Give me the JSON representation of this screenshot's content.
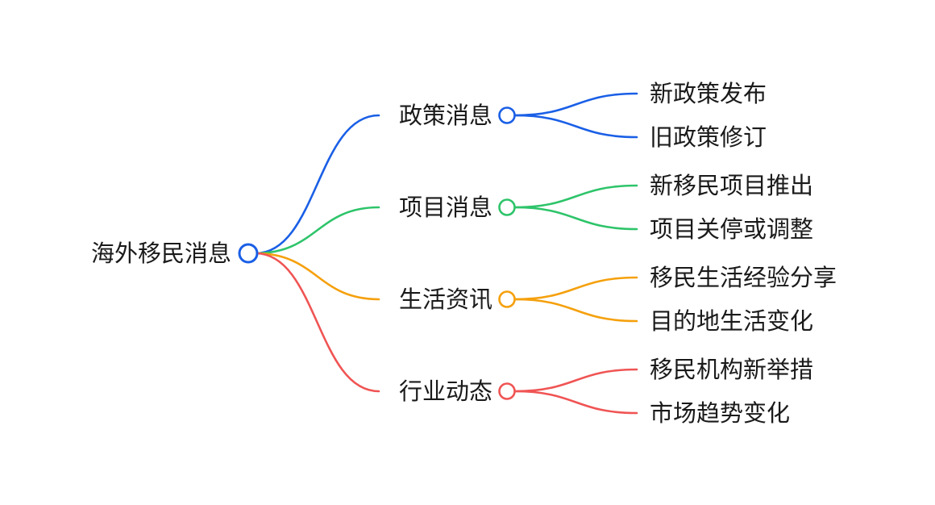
{
  "mindmap": {
    "root": {
      "label": "海外移民消息",
      "color": "#1a5fe6"
    },
    "branches": [
      {
        "label": "政策消息",
        "color": "#1a5fe6",
        "children": [
          "新政策发布",
          "旧政策修订"
        ]
      },
      {
        "label": "项目消息",
        "color": "#2ec46a",
        "children": [
          "新移民项目推出",
          "项目关停或调整"
        ]
      },
      {
        "label": "生活资讯",
        "color": "#f5a00c",
        "children": [
          "移民生活经验分享",
          "目的地生活变化"
        ]
      },
      {
        "label": "行业动态",
        "color": "#f05454",
        "children": [
          "移民机构新举措",
          "市场趋势变化"
        ]
      }
    ]
  }
}
